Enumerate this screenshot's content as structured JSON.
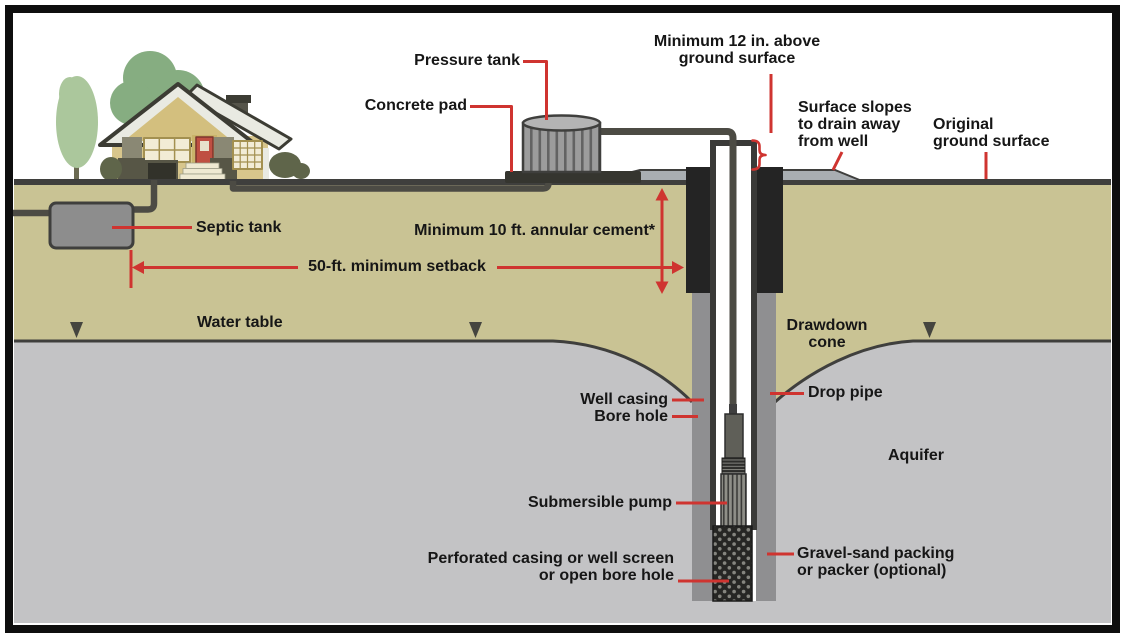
{
  "diagram": {
    "subject": "Private water well and septic system cross-section"
  },
  "labels": {
    "pressure_tank": "Pressure tank",
    "concrete_pad": "Concrete pad",
    "min_12": "Minimum 12 in. above\nground surface",
    "surface_slopes": "Surface slopes\nto drain away\nfrom well",
    "original_ground": "Original\nground surface",
    "septic_tank": "Septic tank",
    "min_10": "Minimum 10 ft. annular cement*",
    "setback": "50-ft. minimum setback",
    "water_table": "Water table",
    "drawdown_cone": "Drawdown\ncone",
    "well_casing": "Well casing",
    "bore_hole": "Bore hole",
    "drop_pipe": "Drop pipe",
    "aquifer": "Aquifer",
    "submersible_pump": "Submersible pump",
    "perforated": "Perforated casing or well screen\nor open bore hole",
    "gravel_sand": "Gravel-sand packing\nor packer (optional)"
  },
  "colors": {
    "annotation_red": "#cf3430",
    "ground_tan": "#c9c394",
    "aquifer_gray": "#c3c3c5",
    "outline_dark": "#3f3f3d",
    "cement_black": "#242424",
    "gravel_gray": "#8f8f91",
    "mound_gray": "#a9aeb2",
    "pipe_gray": "#4c4b44",
    "house_tan": "#d8c68c",
    "door_red": "#bf4f42",
    "tree_light_green": "#abc79c",
    "tree_green": "#86ad81",
    "label_text": "#161616"
  }
}
